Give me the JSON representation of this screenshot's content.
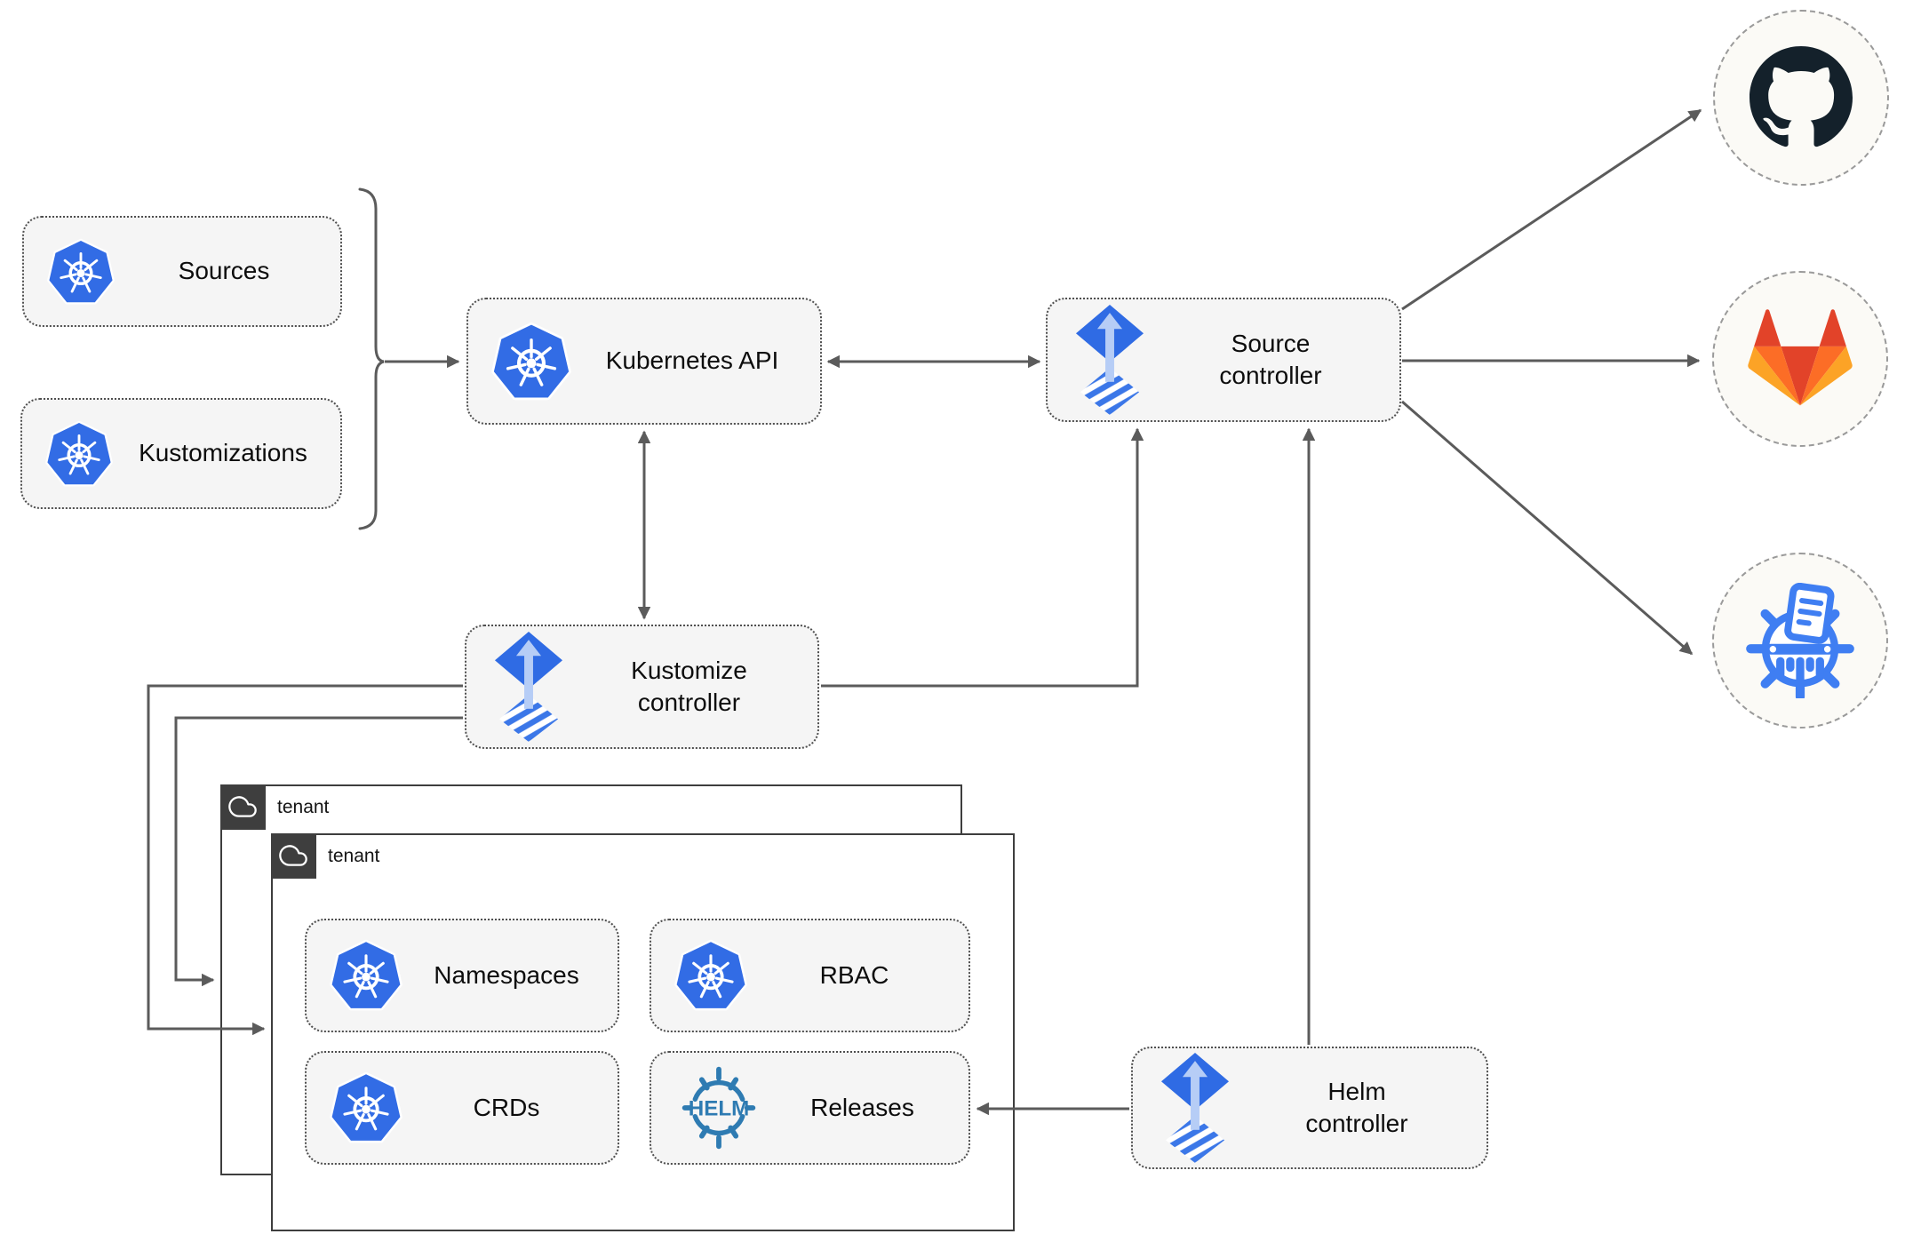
{
  "nodes": {
    "sources": {
      "label": "Sources",
      "icon": "kubernetes"
    },
    "kustomizations": {
      "label": "Kustomizations",
      "icon": "kubernetes"
    },
    "kubernetes_api": {
      "label": "Kubernetes API",
      "icon": "kubernetes"
    },
    "source_controller": {
      "label": "Source controller",
      "icon": "flux"
    },
    "kustomize_controller": {
      "label": "Kustomize controller",
      "icon": "flux"
    },
    "helm_controller": {
      "label": "Helm controller",
      "icon": "flux"
    },
    "tenant_back": {
      "label": "tenant",
      "icon": "cloud"
    },
    "tenant_front": {
      "label": "tenant",
      "icon": "cloud"
    },
    "namespaces": {
      "label": "Namespaces",
      "icon": "kubernetes"
    },
    "rbac": {
      "label": "RBAC",
      "icon": "kubernetes"
    },
    "crds": {
      "label": "CRDs",
      "icon": "kubernetes"
    },
    "releases": {
      "label": "Releases",
      "icon": "helm",
      "logo_text": "HELM"
    }
  },
  "providers": [
    {
      "name": "github"
    },
    {
      "name": "gitlab"
    },
    {
      "name": "harbor"
    }
  ],
  "edges": [
    {
      "from": "sources+kustomizations (brace)",
      "to": "kubernetes_api",
      "style": "arrow"
    },
    {
      "from": "kubernetes_api",
      "to": "source_controller",
      "style": "double-arrow"
    },
    {
      "from": "kubernetes_api",
      "to": "kustomize_controller",
      "style": "double-arrow"
    },
    {
      "from": "kustomize_controller",
      "to": "source_controller",
      "style": "arrow"
    },
    {
      "from": "helm_controller",
      "to": "source_controller",
      "style": "arrow"
    },
    {
      "from": "kustomize_controller",
      "to": "tenant_front",
      "style": "arrow"
    },
    {
      "from": "kustomize_controller",
      "to": "tenant_back",
      "style": "arrow"
    },
    {
      "from": "helm_controller",
      "to": "releases",
      "style": "arrow"
    },
    {
      "from": "source_controller",
      "to": "github",
      "style": "arrow"
    },
    {
      "from": "source_controller",
      "to": "gitlab",
      "style": "arrow"
    },
    {
      "from": "source_controller",
      "to": "harbor",
      "style": "arrow"
    }
  ],
  "colors": {
    "kubernetes_blue": "#326ce5",
    "flux_blue": "#2f6be4",
    "flux_light_arrow": "#b6cdf6",
    "flux_stripe": "#3b77e8",
    "helm_blue": "#2e7bb2",
    "github_dark": "#14212b",
    "gitlab_red": "#e24329",
    "gitlab_orange": "#fc6d26",
    "gitlab_yellow": "#fca326",
    "harbor_blue": "#3f7ef2",
    "arrow_gray": "#5b5b5b",
    "node_fill": "#f5f5f5",
    "tenant_tab": "#3e3e3e",
    "provider_circle_fill": "#fbfaf6"
  }
}
